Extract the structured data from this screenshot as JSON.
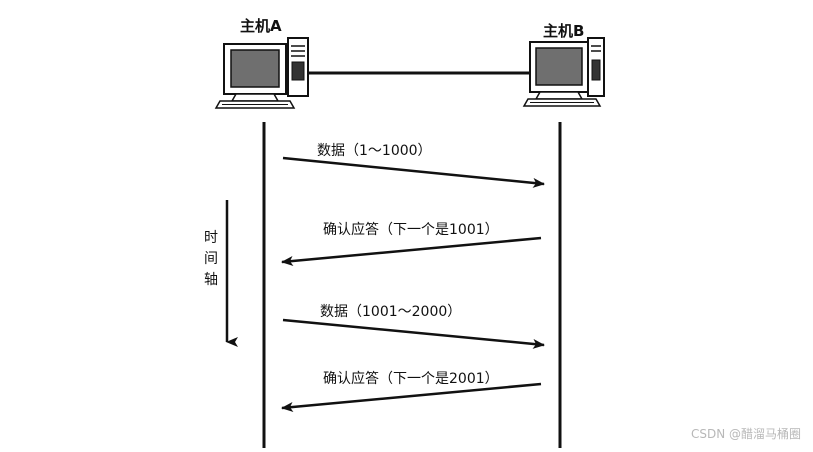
{
  "diagram": {
    "host_a": {
      "label": "主机A"
    },
    "host_b": {
      "label": "主机B"
    },
    "time_axis": {
      "label": "时间轴"
    },
    "messages": [
      {
        "label": "数据（1～1000）",
        "direction": "A-to-B"
      },
      {
        "label": "确认应答（下一个是1001）",
        "direction": "B-to-A"
      },
      {
        "label": "数据（1001～2000）",
        "direction": "A-to-B"
      },
      {
        "label": "确认应答（下一个是2001）",
        "direction": "B-to-A"
      }
    ]
  },
  "watermark": "CSDN @醋溜马桶圈",
  "colors": {
    "ink": "#111111",
    "screen": "#6f6f6f",
    "watermark": "#b8b8b8"
  },
  "icons": [
    "computer-icon"
  ]
}
